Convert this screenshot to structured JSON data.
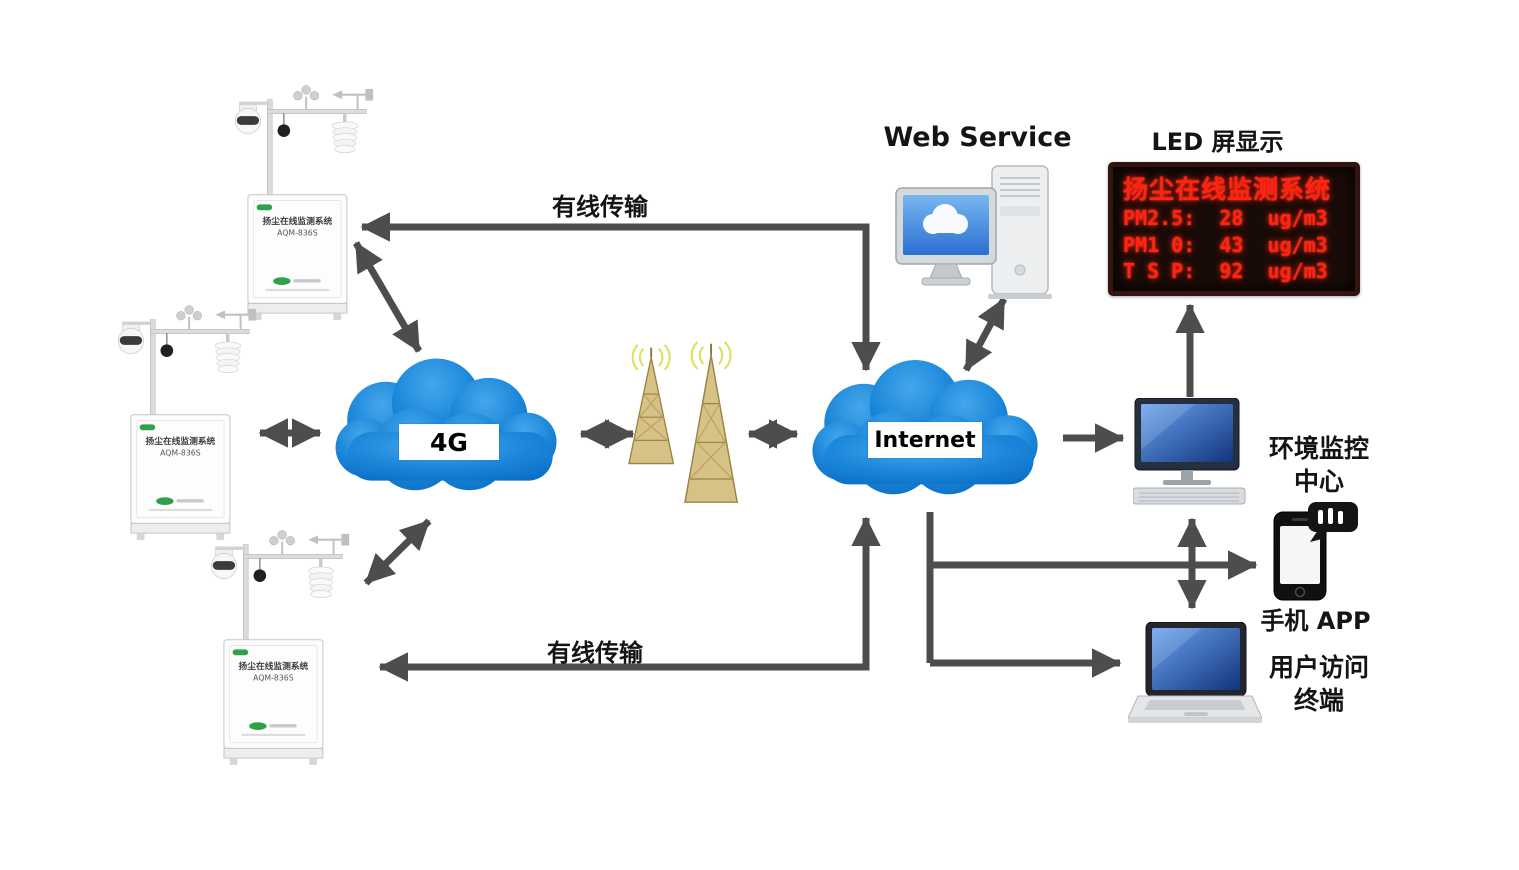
{
  "stations": {
    "name_line1": "扬尘在线监测系统",
    "name_line2": "AQM-836S"
  },
  "links": {
    "wired_top": "有线传输",
    "wired_bottom": "有线传输"
  },
  "clouds": {
    "g4_label": "4G",
    "internet_label": "Internet"
  },
  "web_service": {
    "label": "Web Service"
  },
  "led_display": {
    "label": "LED 屏显示",
    "line1": "扬尘在线监测系统",
    "line2": "PM2.5:  28  ug/m3",
    "line3": "PM1 0:  43  ug/m3",
    "line4": "T S P:  92  ug/m3",
    "readings": [
      {
        "name": "PM2.5",
        "value": "28",
        "unit": "ug/m3"
      },
      {
        "name": "PM1 0",
        "value": "43",
        "unit": "ug/m3"
      },
      {
        "name": "T S P",
        "value": "92",
        "unit": "ug/m3"
      }
    ]
  },
  "monitoring_center": {
    "label_line1": "环境监控",
    "label_line2": "中心"
  },
  "mobile_app": {
    "label": "手机 APP"
  },
  "user_terminal": {
    "label_line1": "用户访问",
    "label_line2": "终端"
  },
  "colors": {
    "cloud_blue": "#1b87da",
    "arrow_gray": "#4d4d4d",
    "led_red": "#ff2412",
    "screen_blue": "#2a6fd2",
    "tower_gold": "#d6c187",
    "signal_yellow": "#d7e04e"
  }
}
